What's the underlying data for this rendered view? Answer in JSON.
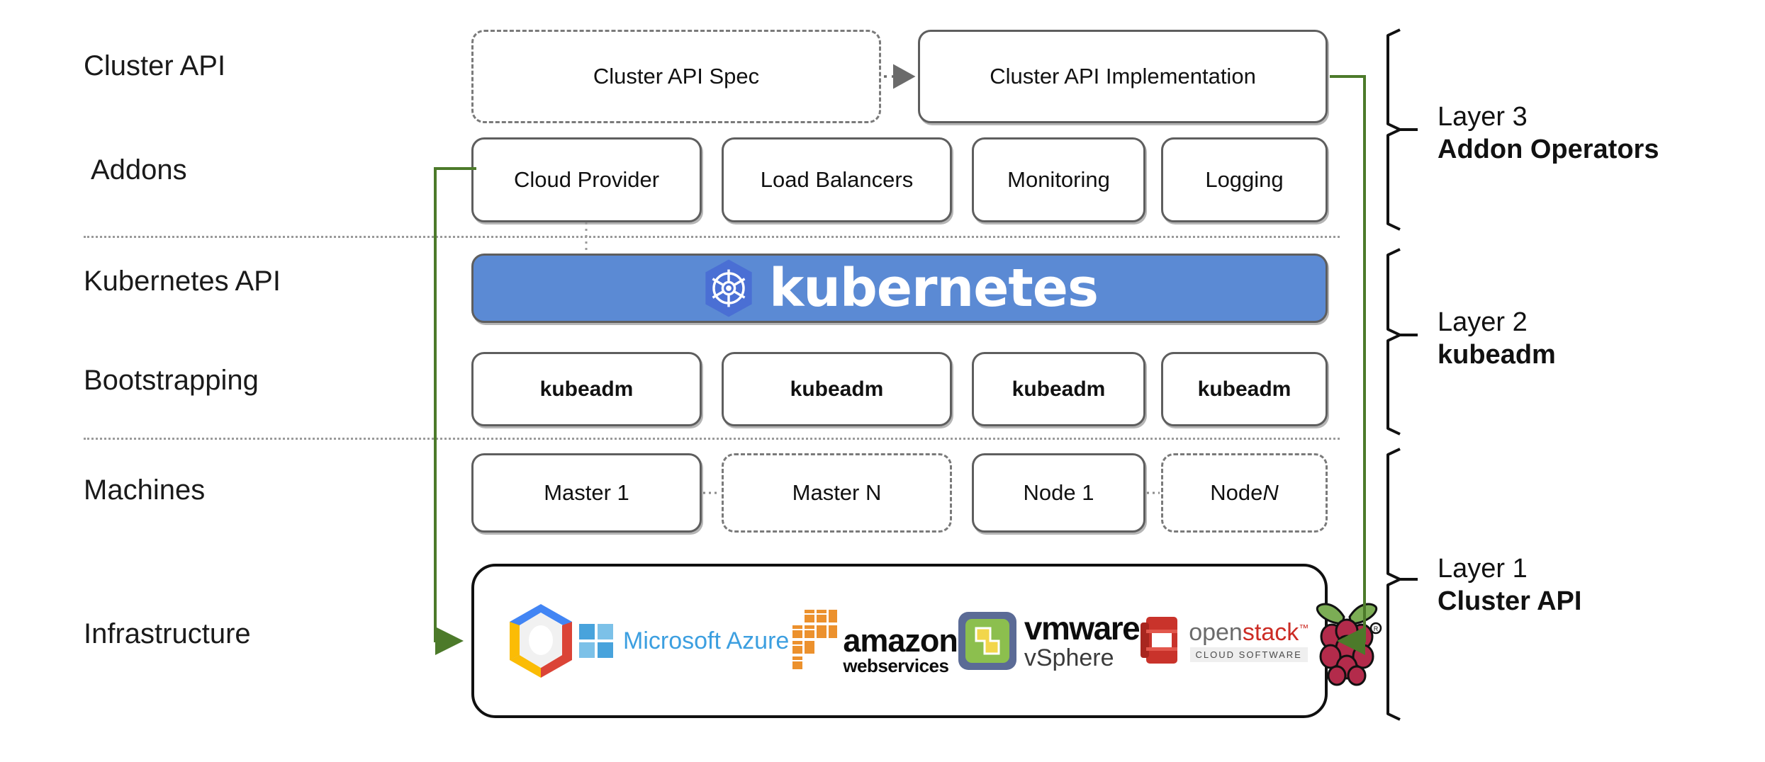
{
  "diagram": {
    "title": "Kubernetes Cluster API layered architecture",
    "colors": {
      "kubernetes_blue": "#5b8ad4",
      "kubernetes_logo_blue": "#4a6fd4",
      "connector_green": "#4c7a2a",
      "box_border_gray": "#5e5e5e",
      "dashed_border_gray": "#7a7a7a",
      "separator_gray": "#9a9a9a",
      "infra_border_black": "#101010"
    },
    "row_labels": [
      {
        "text": "Cluster API"
      },
      {
        "text": "Addons"
      },
      {
        "text": "Kubernetes API"
      },
      {
        "text": "Bootstrapping"
      },
      {
        "text": "Machines"
      },
      {
        "text": "Infrastructure"
      }
    ],
    "cluster_api_row": [
      {
        "label": "Cluster API Spec",
        "style": "dashed"
      },
      {
        "label": "Cluster API Implementation",
        "style": "solid"
      }
    ],
    "addons_row": [
      {
        "label": "Cloud Provider",
        "style": "solid"
      },
      {
        "label": "Load Balancers",
        "style": "solid"
      },
      {
        "label": "Monitoring",
        "style": "solid"
      },
      {
        "label": "Logging",
        "style": "solid"
      }
    ],
    "kubernetes_banner": {
      "wordmark": "kubernetes",
      "logo_name": "kubernetes-helm-logo"
    },
    "bootstrapping_row": [
      {
        "label": "kubeadm",
        "style": "solid"
      },
      {
        "label": "kubeadm",
        "style": "solid"
      },
      {
        "label": "kubeadm",
        "style": "solid"
      },
      {
        "label": "kubeadm",
        "style": "solid"
      }
    ],
    "machines_row": [
      {
        "label": "Master 1",
        "style": "solid"
      },
      {
        "label": "Master N",
        "style": "dashed"
      },
      {
        "label": "Node 1",
        "style": "solid"
      },
      {
        "label_prefix": "Node ",
        "label_italic": "N",
        "style": "dashed"
      }
    ],
    "infrastructure_logos": [
      {
        "name": "google-cloud-platform-logo",
        "text": ""
      },
      {
        "name": "microsoft-azure-logo",
        "text": "Microsoft Azure"
      },
      {
        "name": "amazon-web-services-logo",
        "text_primary": "amazon",
        "text_secondary": "webservices"
      },
      {
        "name": "vmware-vsphere-logo",
        "text_primary": "vmware",
        "text_secondary": "vSphere"
      },
      {
        "name": "openstack-logo",
        "text_open": "open",
        "text_stack": "stack",
        "text_tm": "™",
        "text_sub": "CLOUD SOFTWARE"
      },
      {
        "name": "raspberry-pi-logo",
        "text": ""
      }
    ],
    "layer_brackets": [
      {
        "layer": "Layer 3",
        "name": "Addon Operators"
      },
      {
        "layer": "Layer 2",
        "name": "kubeadm"
      },
      {
        "layer": "Layer 1",
        "name": "Cluster API"
      }
    ]
  }
}
